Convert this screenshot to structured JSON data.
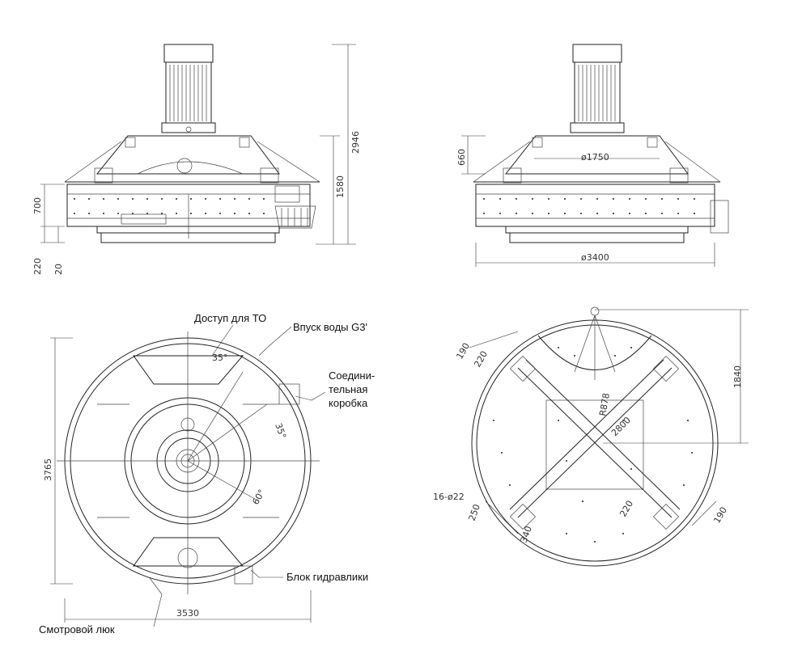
{
  "views": {
    "front": {
      "dims": {
        "total_height": "2946",
        "body_height": "1580",
        "lower": "700",
        "base": "220",
        "gap": "20"
      }
    },
    "side": {
      "dims": {
        "cover_height": "660",
        "cover_diameter": "ø1750",
        "diameter": "ø3400"
      }
    },
    "top": {
      "dims": {
        "height": "3765",
        "width": "3530",
        "angle1": "35°",
        "angle2": "35°",
        "angle3": "60°"
      },
      "callouts": {
        "maintenance": "Доступ для ТО",
        "water_inlet": "Впуск воды G3'",
        "junction_box_l1": "Соедини-",
        "junction_box_l2": "тельная",
        "junction_box_l3": "коробка",
        "hydraulic_block": "Блок гидравлики",
        "inspection_hatch": "Смотровой люк"
      }
    },
    "foundation": {
      "dims": {
        "d190a": "190",
        "d220a": "220",
        "r": "R878",
        "span": "2800",
        "holes": "16-ø22",
        "d250": "250",
        "d340": "340",
        "d220b": "220",
        "d190b": "190",
        "h1840": "1840"
      }
    }
  }
}
